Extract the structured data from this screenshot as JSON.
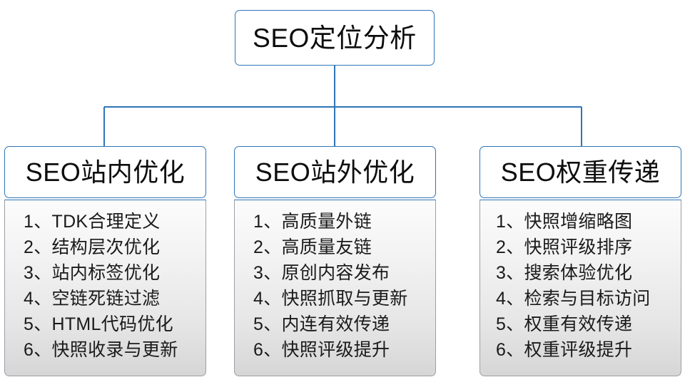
{
  "diagram": {
    "title": "SEO定位分析",
    "accent_color": "#2e75b6",
    "body_border_color": "#9aa0a6",
    "text_color": "#0d0d0d",
    "columns": [
      {
        "header": "SEO站内优化",
        "items": [
          "1、TDK合理定义",
          "2、结构层次优化",
          "3、站内标签优化",
          "4、空链死链过滤",
          "5、HTML代码优化",
          "6、快照收录与更新"
        ]
      },
      {
        "header": "SEO站外优化",
        "items": [
          "1、高质量外链",
          "2、高质量友链",
          "3、原创内容发布",
          "4、快照抓取与更新",
          "5、内连有效传递",
          "6、快照评级提升"
        ]
      },
      {
        "header": "SEO权重传递",
        "items": [
          "1、快照增缩略图",
          "2、快照评级排序",
          "3、搜索体验优化",
          "4、检索与目标访问",
          "5、权重有效传递",
          "6、权重评级提升"
        ]
      }
    ]
  }
}
